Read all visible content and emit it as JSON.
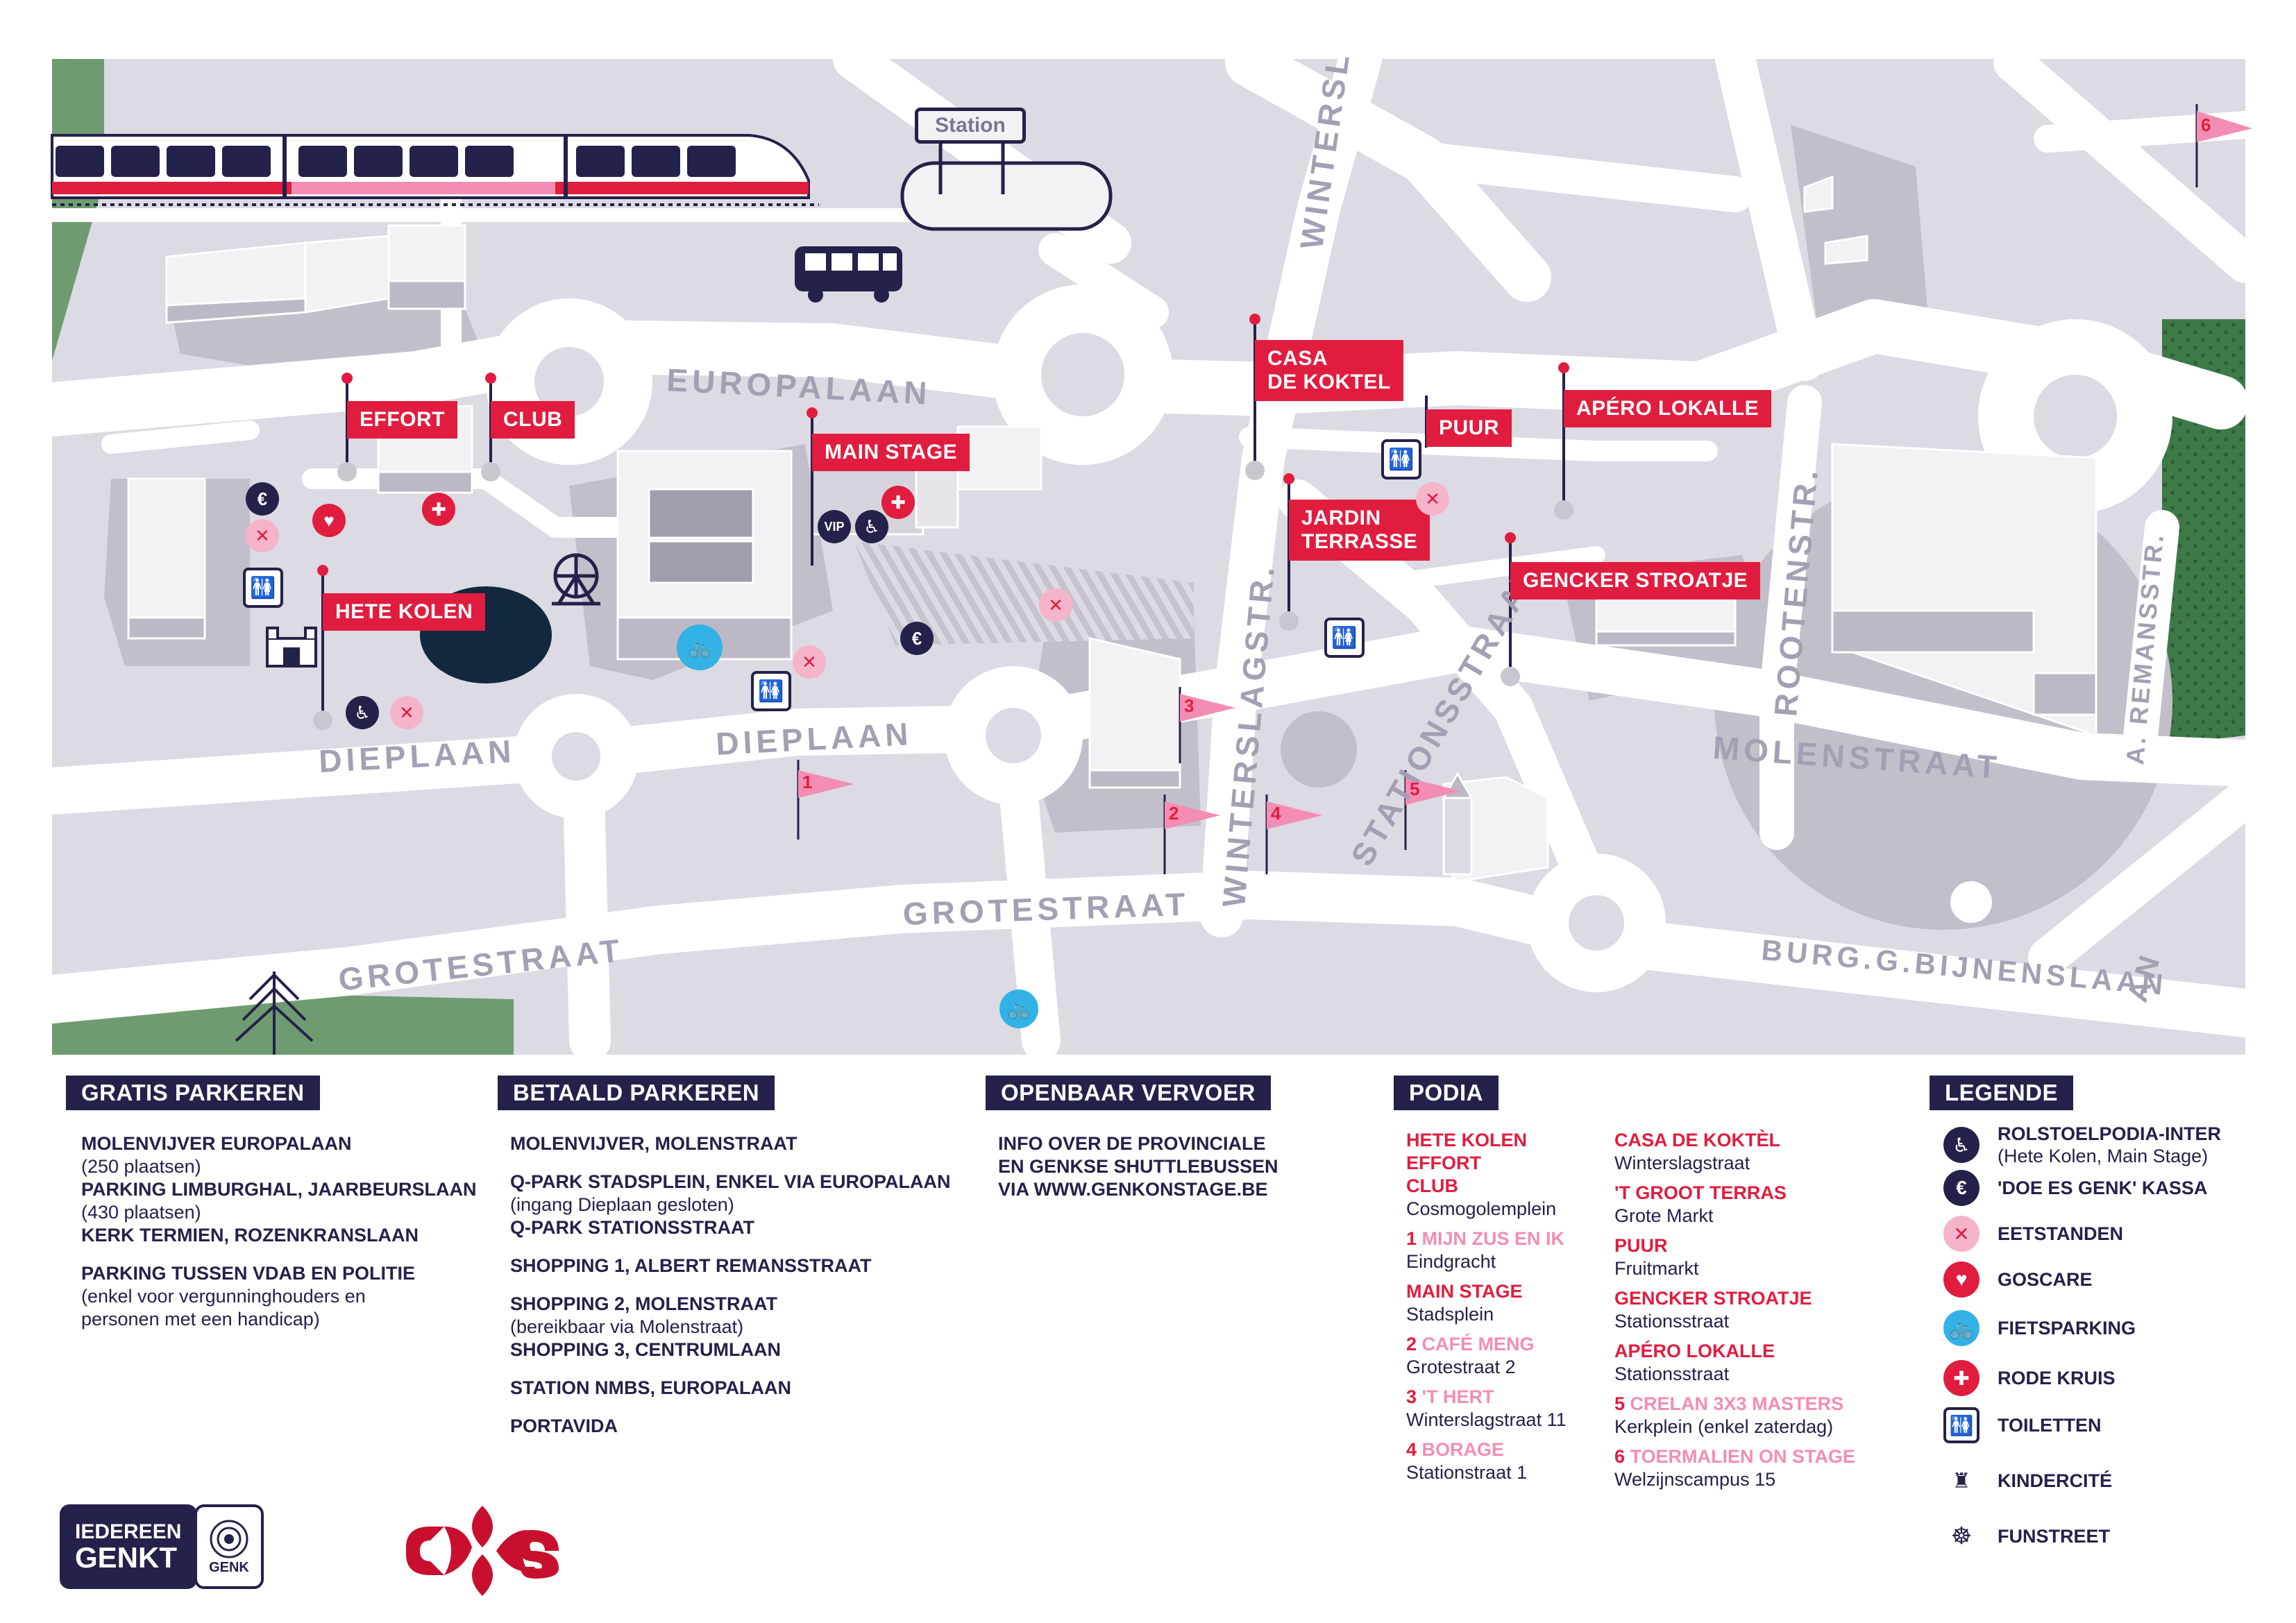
{
  "map": {
    "station_label": "Station",
    "streets": {
      "europalaan": "EUROPALAAN",
      "dieplaan_left": "DIEPLAAN",
      "dieplaan_mid": "DIEPLAAN",
      "grotestraat_left": "GROTESTRAAT",
      "grotestraat_mid": "GROTESTRAAT",
      "winterslagstr": "WINTERSLAGSTR.",
      "winters_top": "WINTERSL",
      "stationsstraat": "STATIONSSTRAAT",
      "rootenstr": "ROOTENSTR.",
      "molenstraat": "MOLENSTRAAT",
      "remansstr": "A. REMANSSTR.",
      "bijnenslaan": "BURG.G.BIJNENSLAAN"
    },
    "stages": {
      "effort": "EFFORT",
      "club": "CLUB",
      "main_stage": "MAIN STAGE",
      "hete_kolen": "HETE KOLEN",
      "casa": "CASA\nDE KOKTEL",
      "puur": "PUUR",
      "apero": "APÉRO LOKALLE",
      "jardin": "JARDIN\nTERRASSE",
      "gencker": "GENCKER STROATJE"
    },
    "pennants": [
      "1",
      "2",
      "3",
      "4",
      "5",
      "6"
    ],
    "vip": "VIP",
    "euro": "€"
  },
  "sections": {
    "gratis": {
      "title": "GRATIS PARKEREN",
      "l1": "MOLENVIJVER EUROPALAAN",
      "l2": "(250 plaatsen)",
      "l3": "PARKING LIMBURGHAL, JAARBEURSLAAN",
      "l4": "(430 plaatsen)",
      "l5": "KERK TERMIEN, ROZENKRANSLAAN",
      "l6": "PARKING TUSSEN VDAB EN POLITIE",
      "l7": "(enkel voor vergunninghouders en",
      "l8": "personen met een handicap)"
    },
    "betaald": {
      "title": "BETAALD PARKEREN",
      "l1": "MOLENVIJVER, MOLENSTRAAT",
      "l2": "Q-PARK STADSPLEIN, ENKEL VIA EUROPALAAN",
      "l3": "(ingang Dieplaan gesloten)",
      "l4": "Q-PARK STATIONSSTRAAT",
      "l5": "SHOPPING 1, ALBERT REMANSSTRAAT",
      "l6": "SHOPPING 2, MOLENSTRAAT",
      "l7": "(bereikbaar via Molenstraat)",
      "l8": "SHOPPING 3, CENTRUMLAAN",
      "l9": "STATION NMBS, EUROPALAAN",
      "l10": "PORTAVIDA"
    },
    "ov": {
      "title": "OPENBAAR VERVOER",
      "l1": "INFO OVER DE PROVINCIALE",
      "l2": "EN GENKSE SHUTTLEBUSSEN",
      "l3": "VIA WWW.GENKONSTAGE.BE"
    },
    "podia": {
      "title": "PODIA",
      "left": {
        "a1": "HETE KOLEN",
        "a2": "EFFORT",
        "a3": "CLUB",
        "a4": "Cosmogolemplein",
        "b_num": "1",
        "b_name": " MIJN ZUS EN IK",
        "b_loc": "Eindgracht",
        "c1": "MAIN STAGE",
        "c_loc": "Stadsplein",
        "d_num": "2",
        "d_name": " CAFÉ MENG",
        "d_loc": "Grotestraat 2",
        "e_num": "3",
        "e_name": " 'T HERT",
        "e_loc": "Winterslagstraat 11",
        "f_num": "4",
        "f_name": " BORAGE",
        "f_loc": "Stationstraat 1"
      },
      "right": {
        "a1": "CASA DE KOKTÈL",
        "a_loc": "Winterslagstraat",
        "b1": "'T GROOT TERRAS",
        "b_loc": "Grote Markt",
        "c1": "PUUR",
        "c_loc": "Fruitmarkt",
        "d1": "GENCKER STROATJE",
        "d_loc": "Stationsstraat",
        "e1": "APÉRO LOKALLE",
        "e_loc": "Stationsstraat",
        "f_num": "5",
        "f_name": " CRELAN 3X3 MASTERS",
        "f_loc": "Kerkplein (enkel zaterdag)",
        "g_num": "6",
        "g_name": " TOERMALIEN ON STAGE",
        "g_loc": "Welzijnscampus 15"
      }
    },
    "legende": {
      "title": "LEGENDE",
      "items": [
        {
          "label": "ROLSTOELPODIA-INTER",
          "sub": "(Hete Kolen, Main Stage)",
          "icon": "wheelchair-icon"
        },
        {
          "label": "'DOE ES GENK' KASSA",
          "icon": "euro-icon"
        },
        {
          "label": "EETSTANDEN",
          "icon": "cutlery-icon"
        },
        {
          "label": "GOSCARE",
          "icon": "heart-icon"
        },
        {
          "label": "FIETSPARKING",
          "icon": "bicycle-icon"
        },
        {
          "label": "RODE KRUIS",
          "icon": "red-cross-icon"
        },
        {
          "label": "TOILETTEN",
          "icon": "toilet-icon"
        },
        {
          "label": "KINDERCITÉ",
          "icon": "bouncy-castle-icon"
        },
        {
          "label": "FUNSTREET",
          "icon": "ferris-wheel-icon"
        }
      ]
    }
  },
  "logos": {
    "iedereen_1": "IEDEREEN",
    "iedereen_2": "GENKT",
    "genk_seal": "GENK"
  },
  "colors": {
    "navy": "#24214a",
    "red": "#e11d3f",
    "pink": "#f6b4cb",
    "blue": "#32b2e6",
    "green": "#6f9b70",
    "map_bg": "#dcdae2",
    "shadow": "#c2bfca"
  }
}
